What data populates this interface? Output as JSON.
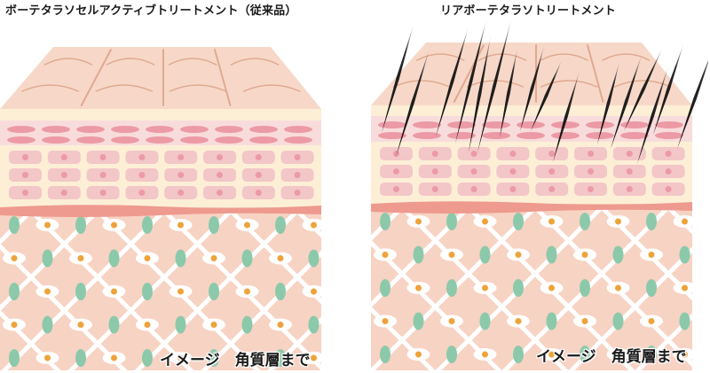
{
  "left_panel": {
    "title": "ボーテタラソセルアクティブトリートメント（従来品）",
    "caption": "イメージ　角質層まで",
    "hair_strands": false
  },
  "right_panel": {
    "title": "リアボーテタラソトリートメント",
    "caption": "イメージ　角質層まで",
    "hair_strands": true
  },
  "colors": {
    "skin_surface": "#f7d8c8",
    "crease": "#e0a890",
    "cream_band": "#fcefd6",
    "pink_layer": "#f8dcdc",
    "ellipse": "#ec9aa5",
    "cell": "#f3c6c8",
    "cell_nucleus": "#ec9aa5",
    "red_band": "#ee9a8e",
    "lattice_bg": "#f7d3c4",
    "lattice_line": "#ffffff",
    "green_node": "#8cc9aa",
    "eye_white": "#ffffff",
    "eye_dot": "#eea33a",
    "hair": "#111111"
  }
}
